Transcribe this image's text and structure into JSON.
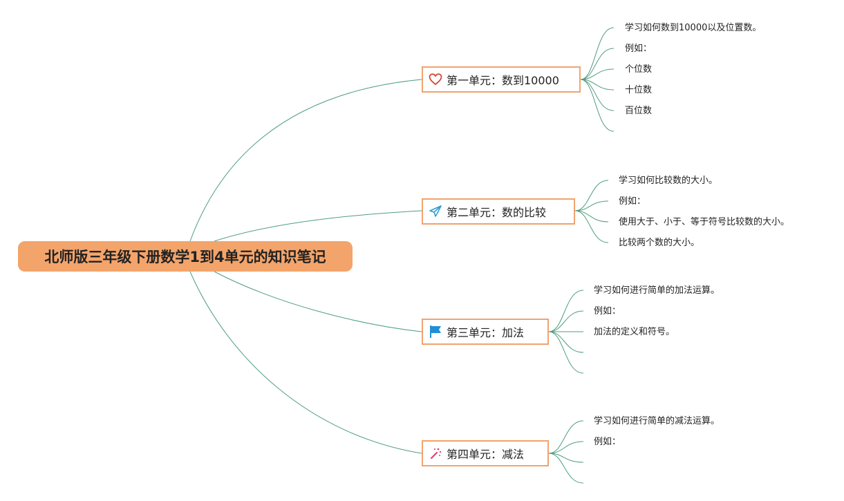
{
  "root": {
    "title": "北师版三年级下册数学1到4单元的知识笔记"
  },
  "units": [
    {
      "label": "第一单元：数到10000",
      "icon": "heart-icon",
      "items": [
        "学习如何数到10000以及位置数。",
        "例如：",
        "个位数",
        "十位数",
        "百位数",
        ""
      ]
    },
    {
      "label": "第二单元：数的比较",
      "icon": "paper-plane-icon",
      "items": [
        "学习如何比较数的大小。",
        "例如：",
        "使用大于、小于、等于符号比较数的大小。",
        "比较两个数的大小。"
      ]
    },
    {
      "label": "第三单元：加法",
      "icon": "flag-icon",
      "items": [
        "学习如何进行简单的加法运算。",
        "例如：",
        "加法的定义和符号。",
        "",
        ""
      ]
    },
    {
      "label": "第四单元：减法",
      "icon": "magic-wand-icon",
      "items": [
        "学习如何进行简单的减法运算。",
        "例如：",
        "",
        ""
      ]
    }
  ],
  "colors": {
    "root_fill": "#f3a46b",
    "unit_border": "#f0a36f",
    "link": "#4e9e7e",
    "heart": "#d9443a",
    "plane": "#2d9bd6",
    "flag": "#1f8fd6",
    "wand": "#e0407a"
  }
}
